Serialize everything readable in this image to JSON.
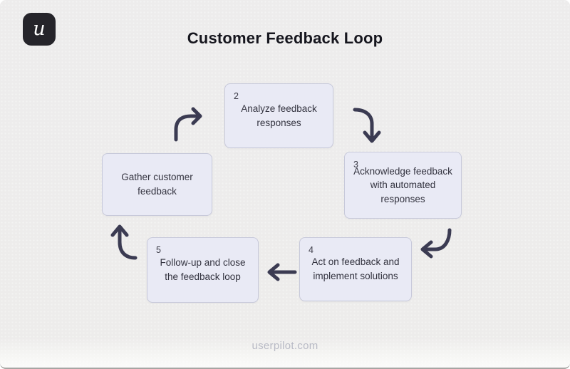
{
  "page": {
    "title": "Customer Feedback Loop",
    "footer": "userpilot.com",
    "logo": {
      "letter": "u"
    }
  },
  "diagram": {
    "type": "cycle-flowchart",
    "nodes": [
      {
        "number": "",
        "label": "Gather customer feedback"
      },
      {
        "number": "2",
        "label": "Analyze feedback responses"
      },
      {
        "number": "3",
        "label": "Acknowledge feedback with automated responses"
      },
      {
        "number": "4",
        "label": "Act on feedback and implement solutions"
      },
      {
        "number": "5",
        "label": "Follow-up and close the feedback loop"
      }
    ],
    "arrows": [
      {
        "from": "Gather customer feedback",
        "to": "Analyze feedback responses",
        "shape": "curve-up-then-right"
      },
      {
        "from": "Analyze feedback responses",
        "to": "Acknowledge feedback with automated responses",
        "shape": "curve-right-then-down"
      },
      {
        "from": "Acknowledge feedback with automated responses",
        "to": "Act on feedback and implement solutions",
        "shape": "curve-down-then-left"
      },
      {
        "from": "Act on feedback and implement solutions",
        "to": "Follow-up and close the feedback loop",
        "shape": "straight-left"
      },
      {
        "from": "Follow-up and close the feedback loop",
        "to": "Gather customer feedback",
        "shape": "curve-left-then-up"
      }
    ],
    "colors": {
      "node_fill": "#e9eaf5",
      "node_border": "#c7c9da",
      "node_text": "#33333f",
      "arrow": "#3b3b52",
      "title_text": "#16161e",
      "background": "#edecec",
      "footer_text": "#b8bac5",
      "logo_background": "#25242a",
      "logo_letter": "#ffffff"
    }
  }
}
